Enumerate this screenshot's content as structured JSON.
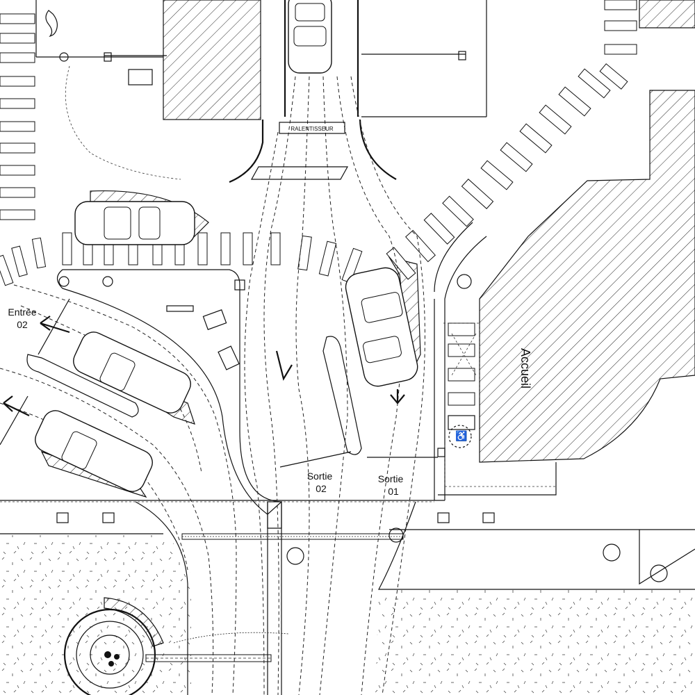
{
  "labels": {
    "accueil": "Accueil",
    "entree": {
      "line1": "Entrée",
      "line2": "02"
    },
    "sortie_02": {
      "line1": "Sortie",
      "line2": "02"
    },
    "sortie_01": {
      "line1": "Sortie",
      "line2": "01"
    },
    "ralentisseur": "RALENTISSEUR"
  },
  "colors": {
    "ink": "#111111",
    "paper": "#ffffff"
  },
  "icons": {
    "accessibility": "wheelchair-icon",
    "arrows": "direction-arrow-icon"
  }
}
